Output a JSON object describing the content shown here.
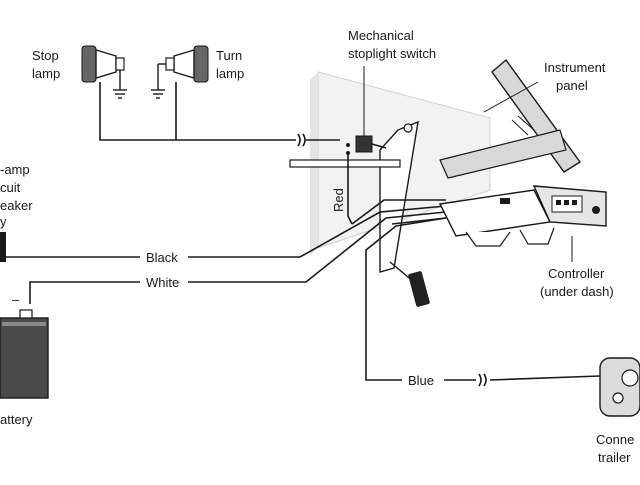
{
  "labels": {
    "stop_lamp": [
      "Stop",
      "lamp"
    ],
    "turn_lamp": [
      "Turn",
      "lamp"
    ],
    "switch": [
      "Mechanical",
      "stoplight switch"
    ],
    "panel": [
      "Instrument",
      "panel"
    ],
    "breaker": [
      "-amp",
      "cuit",
      "eaker",
      "y"
    ],
    "red": "Red",
    "black": "Black",
    "white": "White",
    "controller": [
      "Controller",
      "(under dash)"
    ],
    "blue": "Blue",
    "battery": "attery",
    "battery_neg": "–",
    "connector": [
      "Conne",
      "trailer"
    ]
  }
}
